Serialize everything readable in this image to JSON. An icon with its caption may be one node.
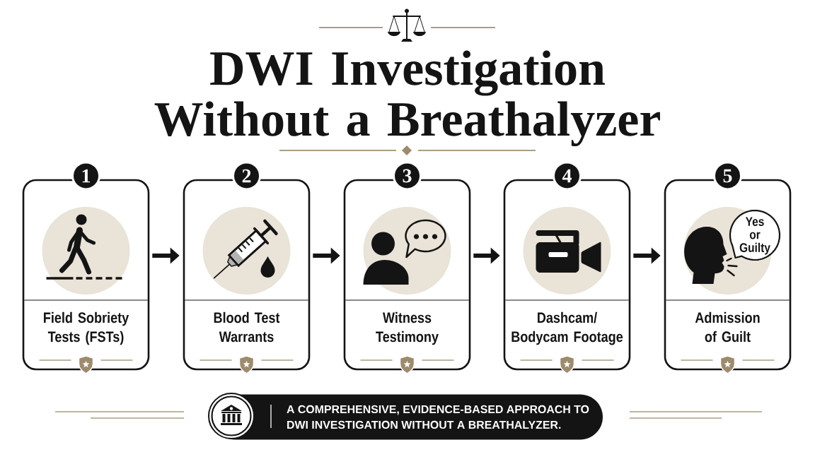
{
  "diagram": {
    "title": "DWI Investigation Without a Breathalyzer",
    "nodes": [
      {
        "text": [
          "1",
          "Field Sobriety Tests (FSTs)"
        ]
      },
      {
        "text": [
          "2",
          "Blood Test Warrants"
        ]
      },
      {
        "text": [
          "3",
          "Witness Testimony"
        ]
      },
      {
        "text": [
          "4",
          "Dashcam/ Bodycam Footage"
        ]
      },
      {
        "text": [
          "5",
          "Admission of Guilt"
        ]
      },
      {
        "text": [
          "Yes or Guilty"
        ],
        "in": 4
      },
      {
        "text": [
          "A COMPREHENSIVE, EVIDENCE-BASED APPROACH TO DWI INVESTIGATION WITHOUT A BREATHALYZER."
        ]
      }
    ],
    "edges": [
      {
        "from": 0,
        "to": 1,
        "arrow": "to"
      },
      {
        "from": 1,
        "to": 2,
        "arrow": "to"
      },
      {
        "from": 2,
        "to": 3,
        "arrow": "to"
      },
      {
        "from": 3,
        "to": 4,
        "arrow": "to"
      }
    ]
  }
}
